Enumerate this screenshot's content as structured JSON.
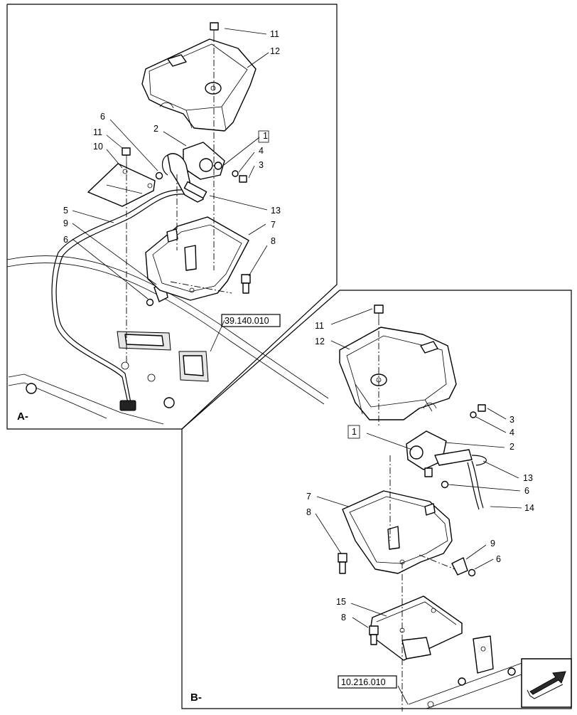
{
  "views": [
    {
      "id": "A",
      "label": "A-"
    },
    {
      "id": "B",
      "label": "B-"
    }
  ],
  "callouts_a": [
    "11",
    "12",
    "6",
    "11",
    "10",
    "2",
    "1",
    "4",
    "3",
    "13",
    "5",
    "7",
    "9",
    "6",
    "8"
  ],
  "callouts_b": [
    "11",
    "12",
    "3",
    "4",
    "1",
    "2",
    "13",
    "6",
    "14",
    "7",
    "8",
    "9",
    "6",
    "15",
    "8"
  ],
  "references": [
    "39.140.010",
    "10.216.010"
  ],
  "nav_arrow_icon": "direction-arrow-icon"
}
